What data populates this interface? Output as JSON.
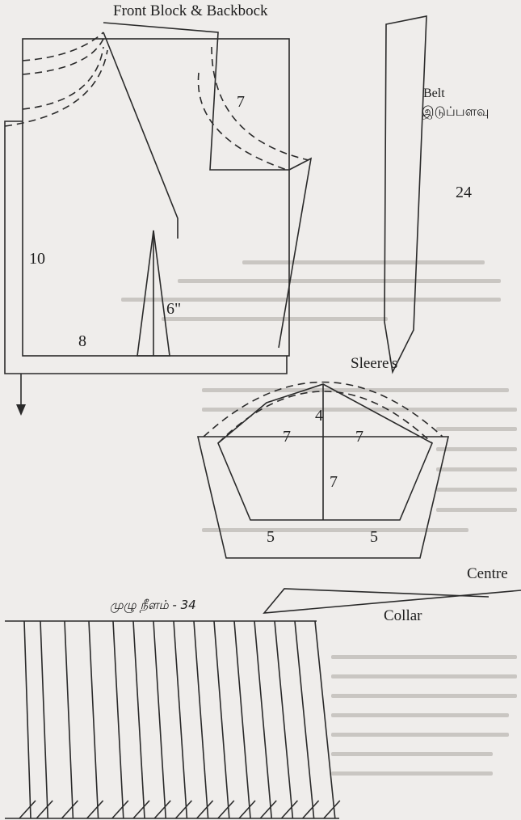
{
  "title": "Front Block & Backbock",
  "front_block": {
    "armhole_measure": "7",
    "side_measure": "10",
    "waist_measure": "8",
    "dart_length": "6\""
  },
  "belt": {
    "label": "Belt",
    "label_tamil": "இடுப்பளவு",
    "length": "24"
  },
  "sleeves": {
    "label": "Sleere's",
    "cap_height": "4",
    "left_width": "7",
    "right_width": "7",
    "length": "7",
    "bottom_left": "5",
    "bottom_right": "5"
  },
  "collar": {
    "centre_label": "Centre",
    "label": "Collar"
  },
  "skirt": {
    "label": "முழு நீளம் - 34"
  }
}
